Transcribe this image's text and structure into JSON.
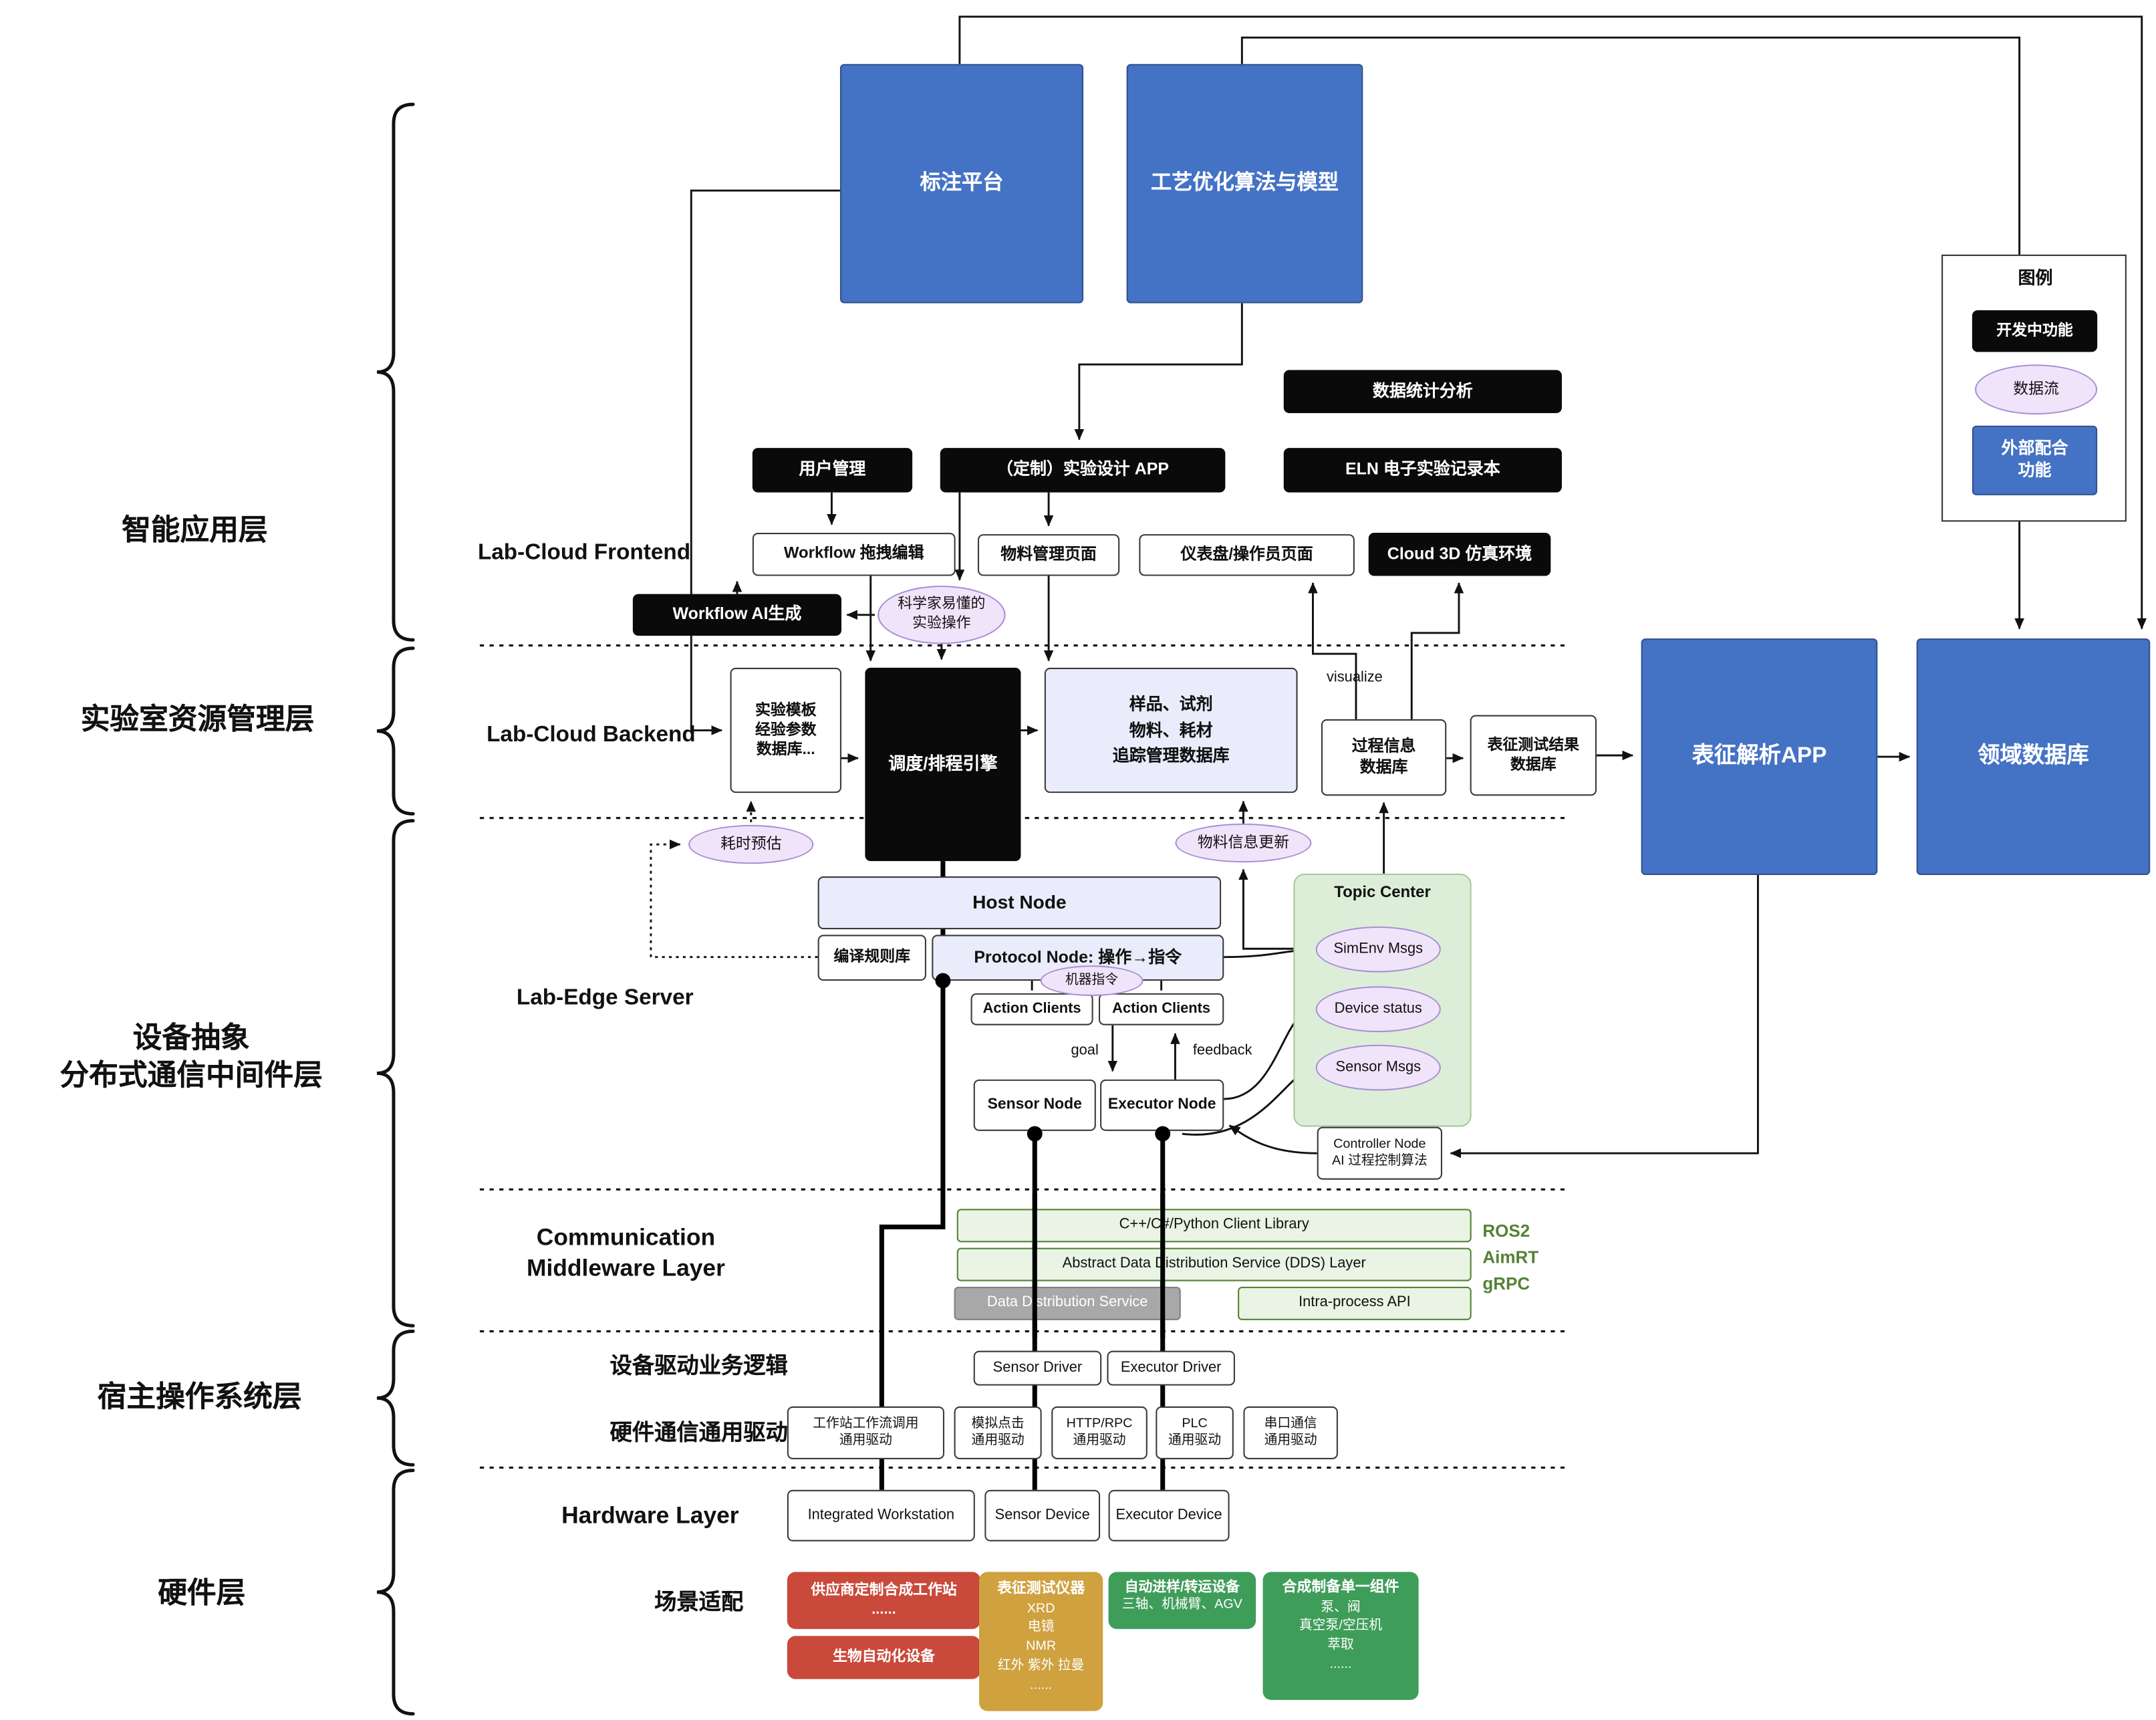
{
  "legend": {
    "title": "图例",
    "developing": "开发中功能",
    "dataflow": "数据流",
    "external": "外部配合\n功能"
  },
  "layer_labels": {
    "app": "智能应用层",
    "resource": "实验室资源管理层",
    "middleware": "设备抽象\n分布式通信中间件层",
    "host_os": "宿主操作系统层",
    "hardware": "硬件层"
  },
  "top_nodes": {
    "annotation_platform": "标注平台",
    "process_optimization": "工艺优化算法与模型"
  },
  "frontend": {
    "section_label": "Lab-Cloud Frontend",
    "data_statistics": "数据统计分析",
    "user_management": "用户管理",
    "custom_experiment_app": "（定制）实验设计 APP",
    "eln": "ELN 电子实验记录本",
    "workflow_drag_editor": "Workflow 拖拽编辑",
    "material_management_page": "物料管理页面",
    "dashboard_operator_page": "仪表盘/操作员页面",
    "cloud_3d_sim": "Cloud 3D 仿真环境",
    "workflow_ai_generation": "Workflow AI生成",
    "scientist_friendly_ops": "科学家易懂的\n实验操作"
  },
  "backend": {
    "section_label": "Lab-Cloud Backend",
    "experiment_template_db": "实验模板\n经验参数\n数据库...",
    "scheduling_engine": "调度/排程引擎",
    "sample_tracking_db": "样品、试剂\n物料、耗材\n追踪管理数据库",
    "process_info_db": "过程信息\n数据库",
    "characterization_result_db": "表征测试结果\n数据库",
    "characterization_app": "表征解析APP",
    "domain_db": "领域数据库",
    "visualize_label": "visualize",
    "time_estimate": "耗时预估",
    "material_update": "物料信息更新"
  },
  "edge_server": {
    "section_label": "Lab-Edge Server",
    "host_node": "Host Node",
    "compile_rules": "编译规则库",
    "protocol_node": "Protocol Node: 操作→指令",
    "machine_command": "机器指令",
    "action_clients_1": "Action Clients",
    "action_clients_2": "Action Clients",
    "goal_label": "goal",
    "feedback_label": "feedback",
    "sensor_node": "Sensor Node",
    "executor_node": "Executor Node",
    "topic_center": {
      "title": "Topic Center",
      "topics": [
        "SimEnv Msgs",
        "Device status",
        "Sensor Msgs"
      ]
    },
    "controller_node": "Controller Node\nAI 过程控制算法"
  },
  "comm_middleware": {
    "section_label": "Communication\nMiddleware Layer",
    "client_library": "C++/C#/Python Client Library",
    "dds_layer": "Abstract Data Distribution Service (DDS) Layer",
    "dds_service": "Data Distribution Service",
    "intra_process_api": "Intra-process API",
    "frameworks": "ROS2\nAimRT\ngRPC"
  },
  "host_os": {
    "device_driver_label": "设备驱动业务逻辑",
    "sensor_driver": "Sensor Driver",
    "executor_driver": "Executor Driver",
    "hw_comm_label": "硬件通信通用驱动",
    "drivers": [
      "工作站工作流调用\n通用驱动",
      "模拟点击\n通用驱动",
      "HTTP/RPC\n通用驱动",
      "PLC\n通用驱动",
      "串口通信\n通用驱动"
    ]
  },
  "hardware": {
    "section_label": "Hardware Layer",
    "devices": [
      "Integrated Workstation",
      "Sensor Device",
      "Executor Device"
    ],
    "scene_label": "场景适配",
    "vendor_workstation": "供应商定制合成工作站\n......",
    "bio_automation": "生物自动化设备",
    "characterization_instruments": {
      "title": "表征测试仪器",
      "body": "XRD\n电镜\nNMR\n红外 紫外 拉曼\n......"
    },
    "transfer_equipment": {
      "title": "自动进样/转运设备",
      "body": "三轴、机械臂、AGV"
    },
    "synthesis_components": {
      "title": "合成制备单一组件",
      "body": "泵、阀\n真空泵/空压机\n萃取\n......"
    }
  },
  "colors": {
    "external_blue": "#4472c4",
    "developing_black": "#0a0a0a",
    "dataflow_purple": "#f0e4fb",
    "topic_green": "#ddeed8",
    "framework_green": "#548235",
    "scene_red": "#c9493b",
    "scene_tan": "#cfa13f",
    "scene_green": "#3f9d5a"
  }
}
